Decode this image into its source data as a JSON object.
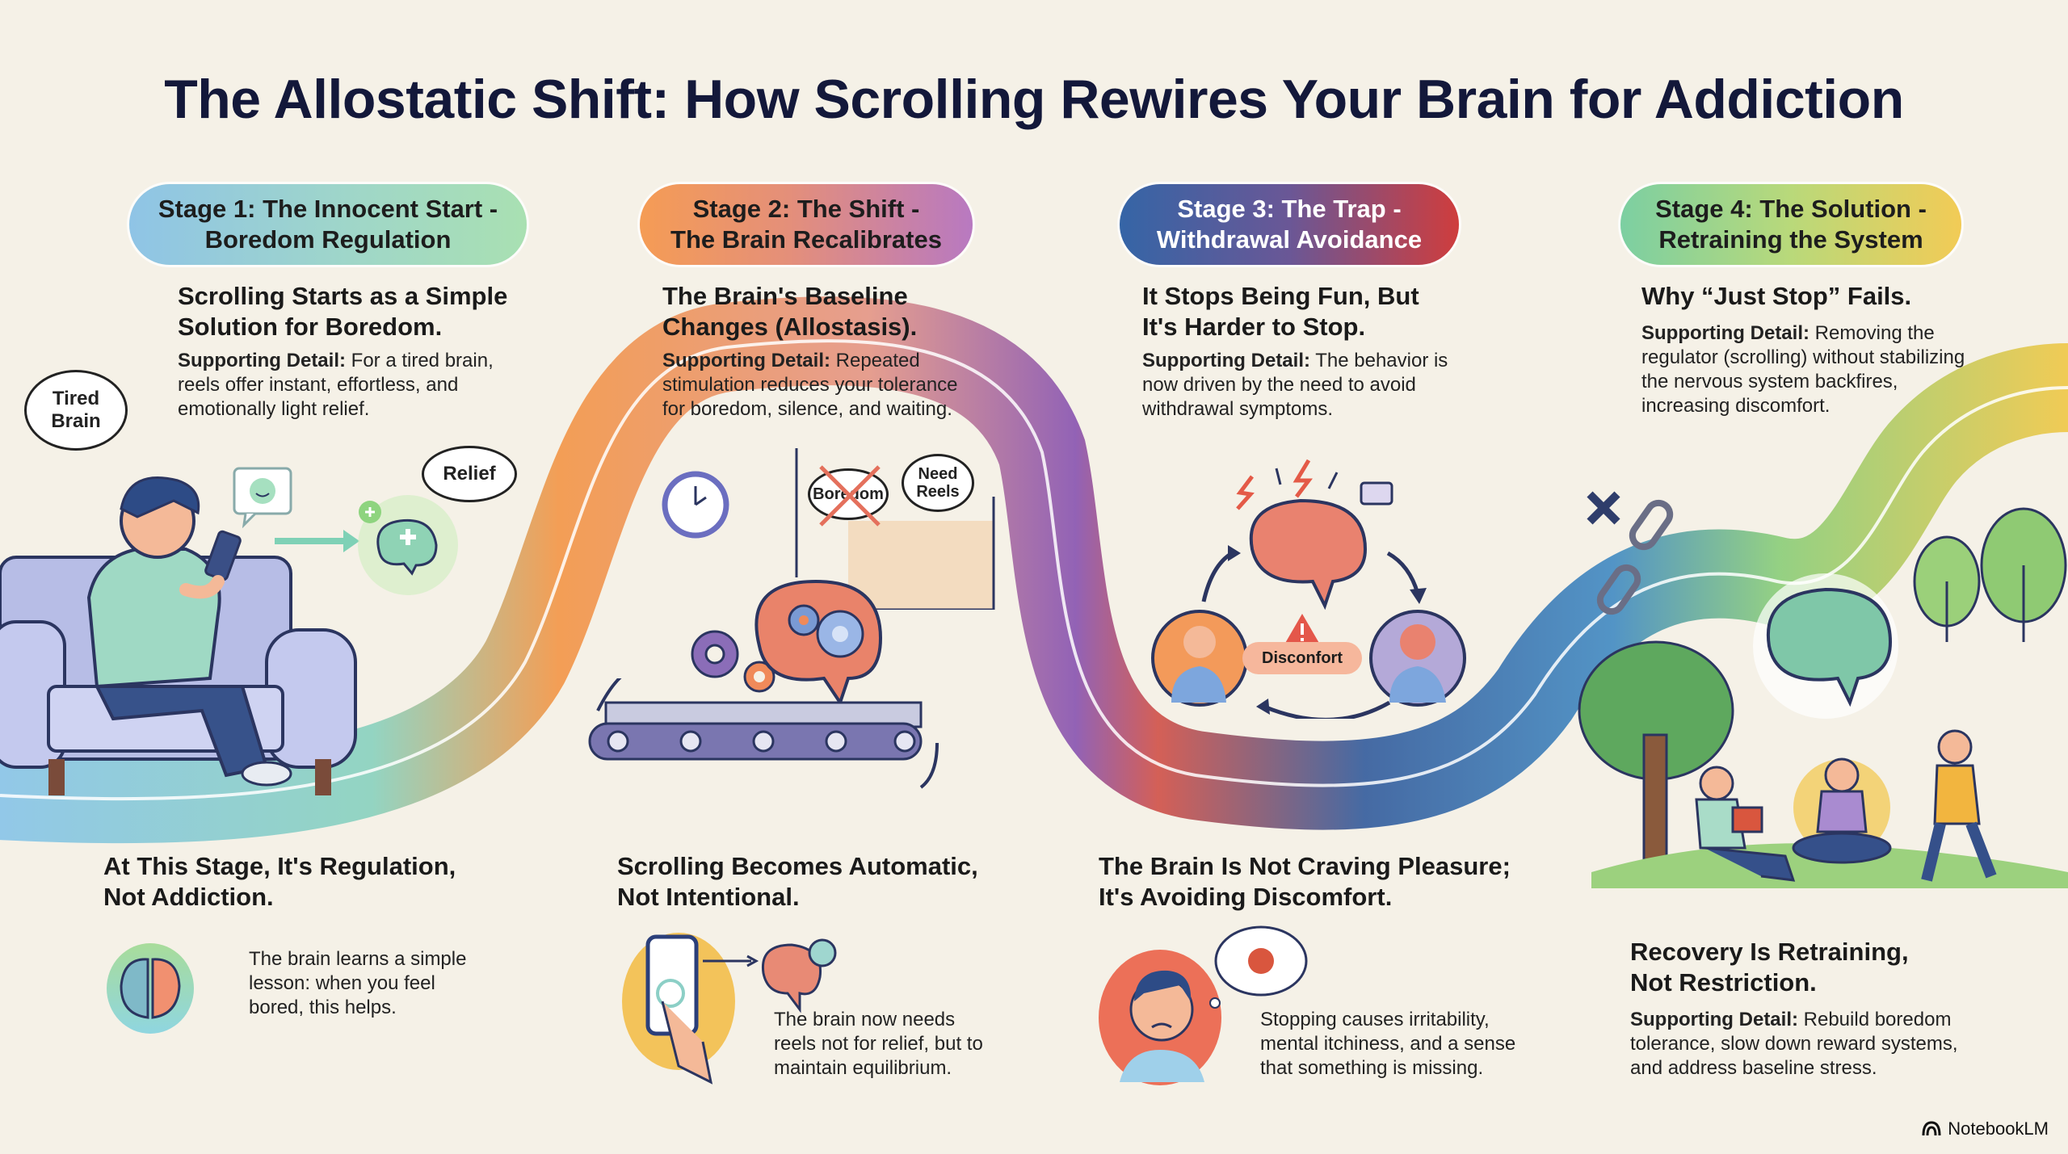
{
  "title": "The Allostatic Shift: How Scrolling Rewires Your Brain for Addiction",
  "colors": {
    "background": "#f5f1e7",
    "title": "#13183a",
    "stage1": [
      "#8fc4e6",
      "#a9e0b2"
    ],
    "stage2": [
      "#f59c55",
      "#b879c1"
    ],
    "stage3": [
      "#3565a6",
      "#cf3d3d"
    ],
    "stage4": [
      "#7ccfa2",
      "#f2cb56"
    ]
  },
  "stages": [
    {
      "pill": [
        "Stage 1: The Innocent Start -",
        "Boredom Regulation"
      ],
      "heading": [
        "Scrolling Starts as a Simple",
        "Solution for Boredom."
      ],
      "detail_label": "Supporting Detail:",
      "detail_text": "For a tired brain, reels offer instant, effortless, and emotionally light relief.",
      "illustration": {
        "cloud_tired": [
          "Tired",
          "Brain"
        ],
        "cloud_relief": "Relief",
        "icons": [
          "person-on-couch-icon",
          "smiley-bubble-icon",
          "arrow-right-icon",
          "brain-plus-icon"
        ]
      },
      "bottom_heading": [
        "At This Stage, It's Regulation,",
        "Not Addiction."
      ],
      "bottom_text": [
        "The brain learns a simple",
        "lesson: when you feel",
        "bored, this helps."
      ],
      "bottom_icon": "split-brain-icon"
    },
    {
      "pill": [
        "Stage 2: The Shift -",
        "The Brain Recalibrates"
      ],
      "heading": [
        "The Brain's Baseline",
        "Changes (Allostasis)."
      ],
      "detail_label": "Supporting Detail:",
      "detail_text": "Repeated stimulation reduces your tolerance for boredom, silence, and waiting.",
      "illustration": {
        "cloud_crossed": "Boredom",
        "cloud_need": [
          "Need",
          "Reels"
        ],
        "icons": [
          "clock-icon",
          "gear-brain-icon",
          "conveyor-belt-icon",
          "empty-room-icon"
        ]
      },
      "bottom_heading": [
        "Scrolling Becomes Automatic,",
        "Not Intentional."
      ],
      "bottom_text": [
        "The brain now needs",
        "reels not for relief, but to",
        "maintain equilibrium."
      ],
      "bottom_icon": "hand-phone-brain-gauge-icon"
    },
    {
      "pill": [
        "Stage 3: The Trap -",
        "Withdrawal Avoidance"
      ],
      "heading": [
        "It Stops Being Fun, But",
        "It's Harder to Stop."
      ],
      "detail_label": "Supporting Detail:",
      "detail_text": "The behavior is now driven by the need to avoid withdrawal symptoms.",
      "illustration": {
        "badge": "Disconfort",
        "icons": [
          "stressed-brain-icon",
          "warning-icon",
          "cycle-arrows-icon",
          "person-phone-icon"
        ]
      },
      "bottom_heading": [
        "The Brain Is Not Craving Pleasure;",
        "It's Avoiding Discomfort."
      ],
      "bottom_text": [
        "Stopping causes irritability,",
        "mental itchiness, and a sense",
        "that something is missing."
      ],
      "bottom_icon": "worried-person-icon"
    },
    {
      "pill": [
        "Stage 4: The Solution -",
        "Retraining the System"
      ],
      "heading": [
        "Why “Just Stop” Fails."
      ],
      "detail_label": "Supporting Detail:",
      "detail_text": "Removing the regulator (scrolling) without stabilizing the nervous system backfires, increasing discomfort.",
      "illustration": {
        "icons": [
          "broken-chain-icon",
          "green-brain-icon",
          "reading-person-icon",
          "meditating-person-icon",
          "walking-person-icon",
          "tree-icon"
        ]
      },
      "bottom_heading": [
        "Recovery Is Retraining,",
        "Not Restriction."
      ],
      "bottom_detail_label": "Supporting Detail:",
      "bottom_detail_text": "Rebuild boredom tolerance, slow down reward systems, and address baseline stress."
    }
  ],
  "brand": "NotebookLM"
}
